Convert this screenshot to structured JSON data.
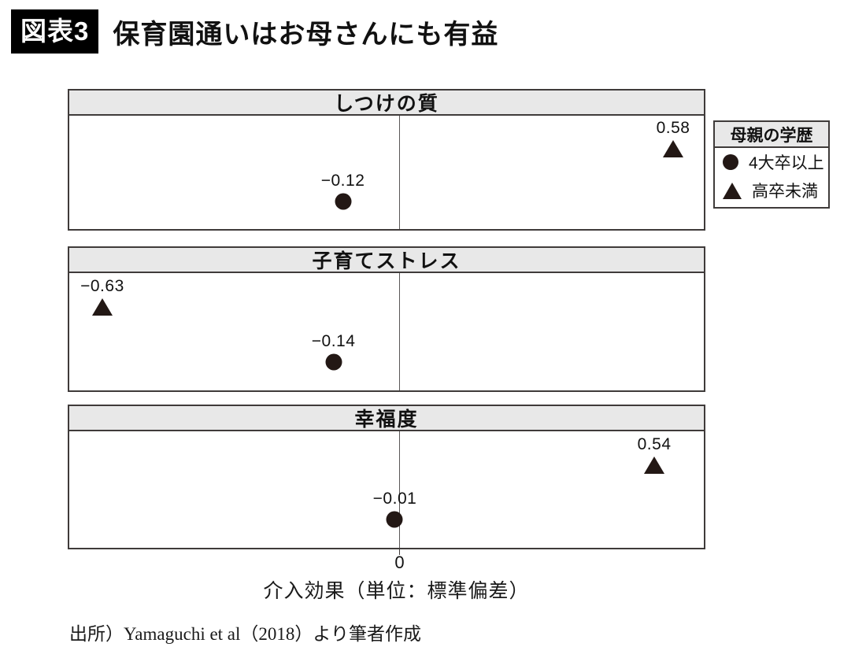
{
  "header": {
    "badge": "図表3",
    "title": "保育園通いはお母さんにも有益"
  },
  "chart_data": {
    "type": "scatter",
    "title": "保育園通いはお母さんにも有益",
    "layout": {
      "panels_stacked": true,
      "grid": false,
      "legend_position": "right-top",
      "triangle_row_fraction": 0.29,
      "circle_row_fraction": 0.76
    },
    "x_axis": {
      "label": "介入効果（単位：標準偏差）",
      "min": -0.7,
      "max": 0.645,
      "zero_tick": "0"
    },
    "legend": {
      "title": "母親の学歴",
      "items": [
        {
          "marker": "circle",
          "label": "4大卒以上"
        },
        {
          "marker": "triangle",
          "label": "高卒未満"
        }
      ]
    },
    "panels": [
      {
        "title": "しつけの質",
        "points": [
          {
            "series": "4大卒以上",
            "marker": "circle",
            "value": -0.12,
            "label": "−0.12"
          },
          {
            "series": "高卒未満",
            "marker": "triangle",
            "value": 0.58,
            "label": "0.58"
          }
        ]
      },
      {
        "title": "子育てストレス",
        "points": [
          {
            "series": "4大卒以上",
            "marker": "circle",
            "value": -0.14,
            "label": "−0.14"
          },
          {
            "series": "高卒未満",
            "marker": "triangle",
            "value": -0.63,
            "label": "−0.63"
          }
        ]
      },
      {
        "title": "幸福度",
        "points": [
          {
            "series": "4大卒以上",
            "marker": "circle",
            "value": -0.01,
            "label": "−0.01"
          },
          {
            "series": "高卒未満",
            "marker": "triangle",
            "value": 0.54,
            "label": "0.54"
          }
        ]
      }
    ],
    "colors": {
      "marker": "#231815",
      "panel_border": "#3f3b3a",
      "band_fill": "#e8e8e8",
      "zero_line": "#595757"
    }
  },
  "footer": {
    "source": "出所）Yamaguchi et al（2018）より筆者作成"
  }
}
